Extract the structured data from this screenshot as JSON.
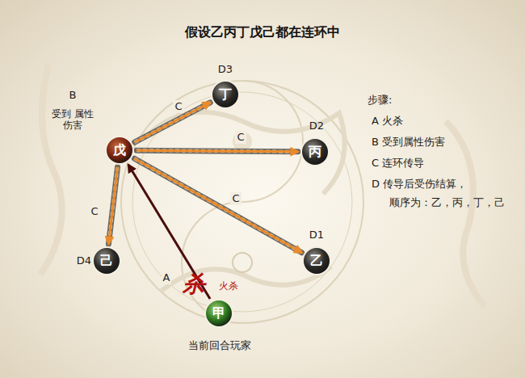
{
  "diagram": {
    "title": "假设乙丙丁戊己都在连环中",
    "nodes": [
      {
        "text": [
          "丁"
        ]
      },
      {
        "text": [
          "戊"
        ]
      },
      {
        "text": [
          "丙"
        ]
      },
      {
        "text": [
          "己"
        ]
      },
      {
        "text": [
          "乙"
        ]
      },
      {
        "text": [
          "甲"
        ]
      }
    ],
    "edges": [
      {
        "from": 1,
        "to": 0,
        "label": "C",
        "arrow": "to"
      },
      {
        "from": 1,
        "to": 2,
        "label": "C",
        "arrow": "to"
      },
      {
        "from": 1,
        "to": 4,
        "label": "C",
        "arrow": "to"
      },
      {
        "from": 1,
        "to": 3,
        "label": "C",
        "arrow": "to"
      },
      {
        "from": 5,
        "to": 1,
        "label": "A",
        "arrow": "to"
      }
    ],
    "labels": [
      "D3",
      "D2",
      "D1",
      "D4",
      "B",
      "受到 属性伤害",
      "杀",
      "火杀",
      "当前回合玩家",
      "步骤:",
      "A 火杀",
      "B 受到属性伤害",
      "C 连环传导",
      "D 传导后受伤结算，",
      "顺序为：乙，丙，丁，己"
    ]
  }
}
